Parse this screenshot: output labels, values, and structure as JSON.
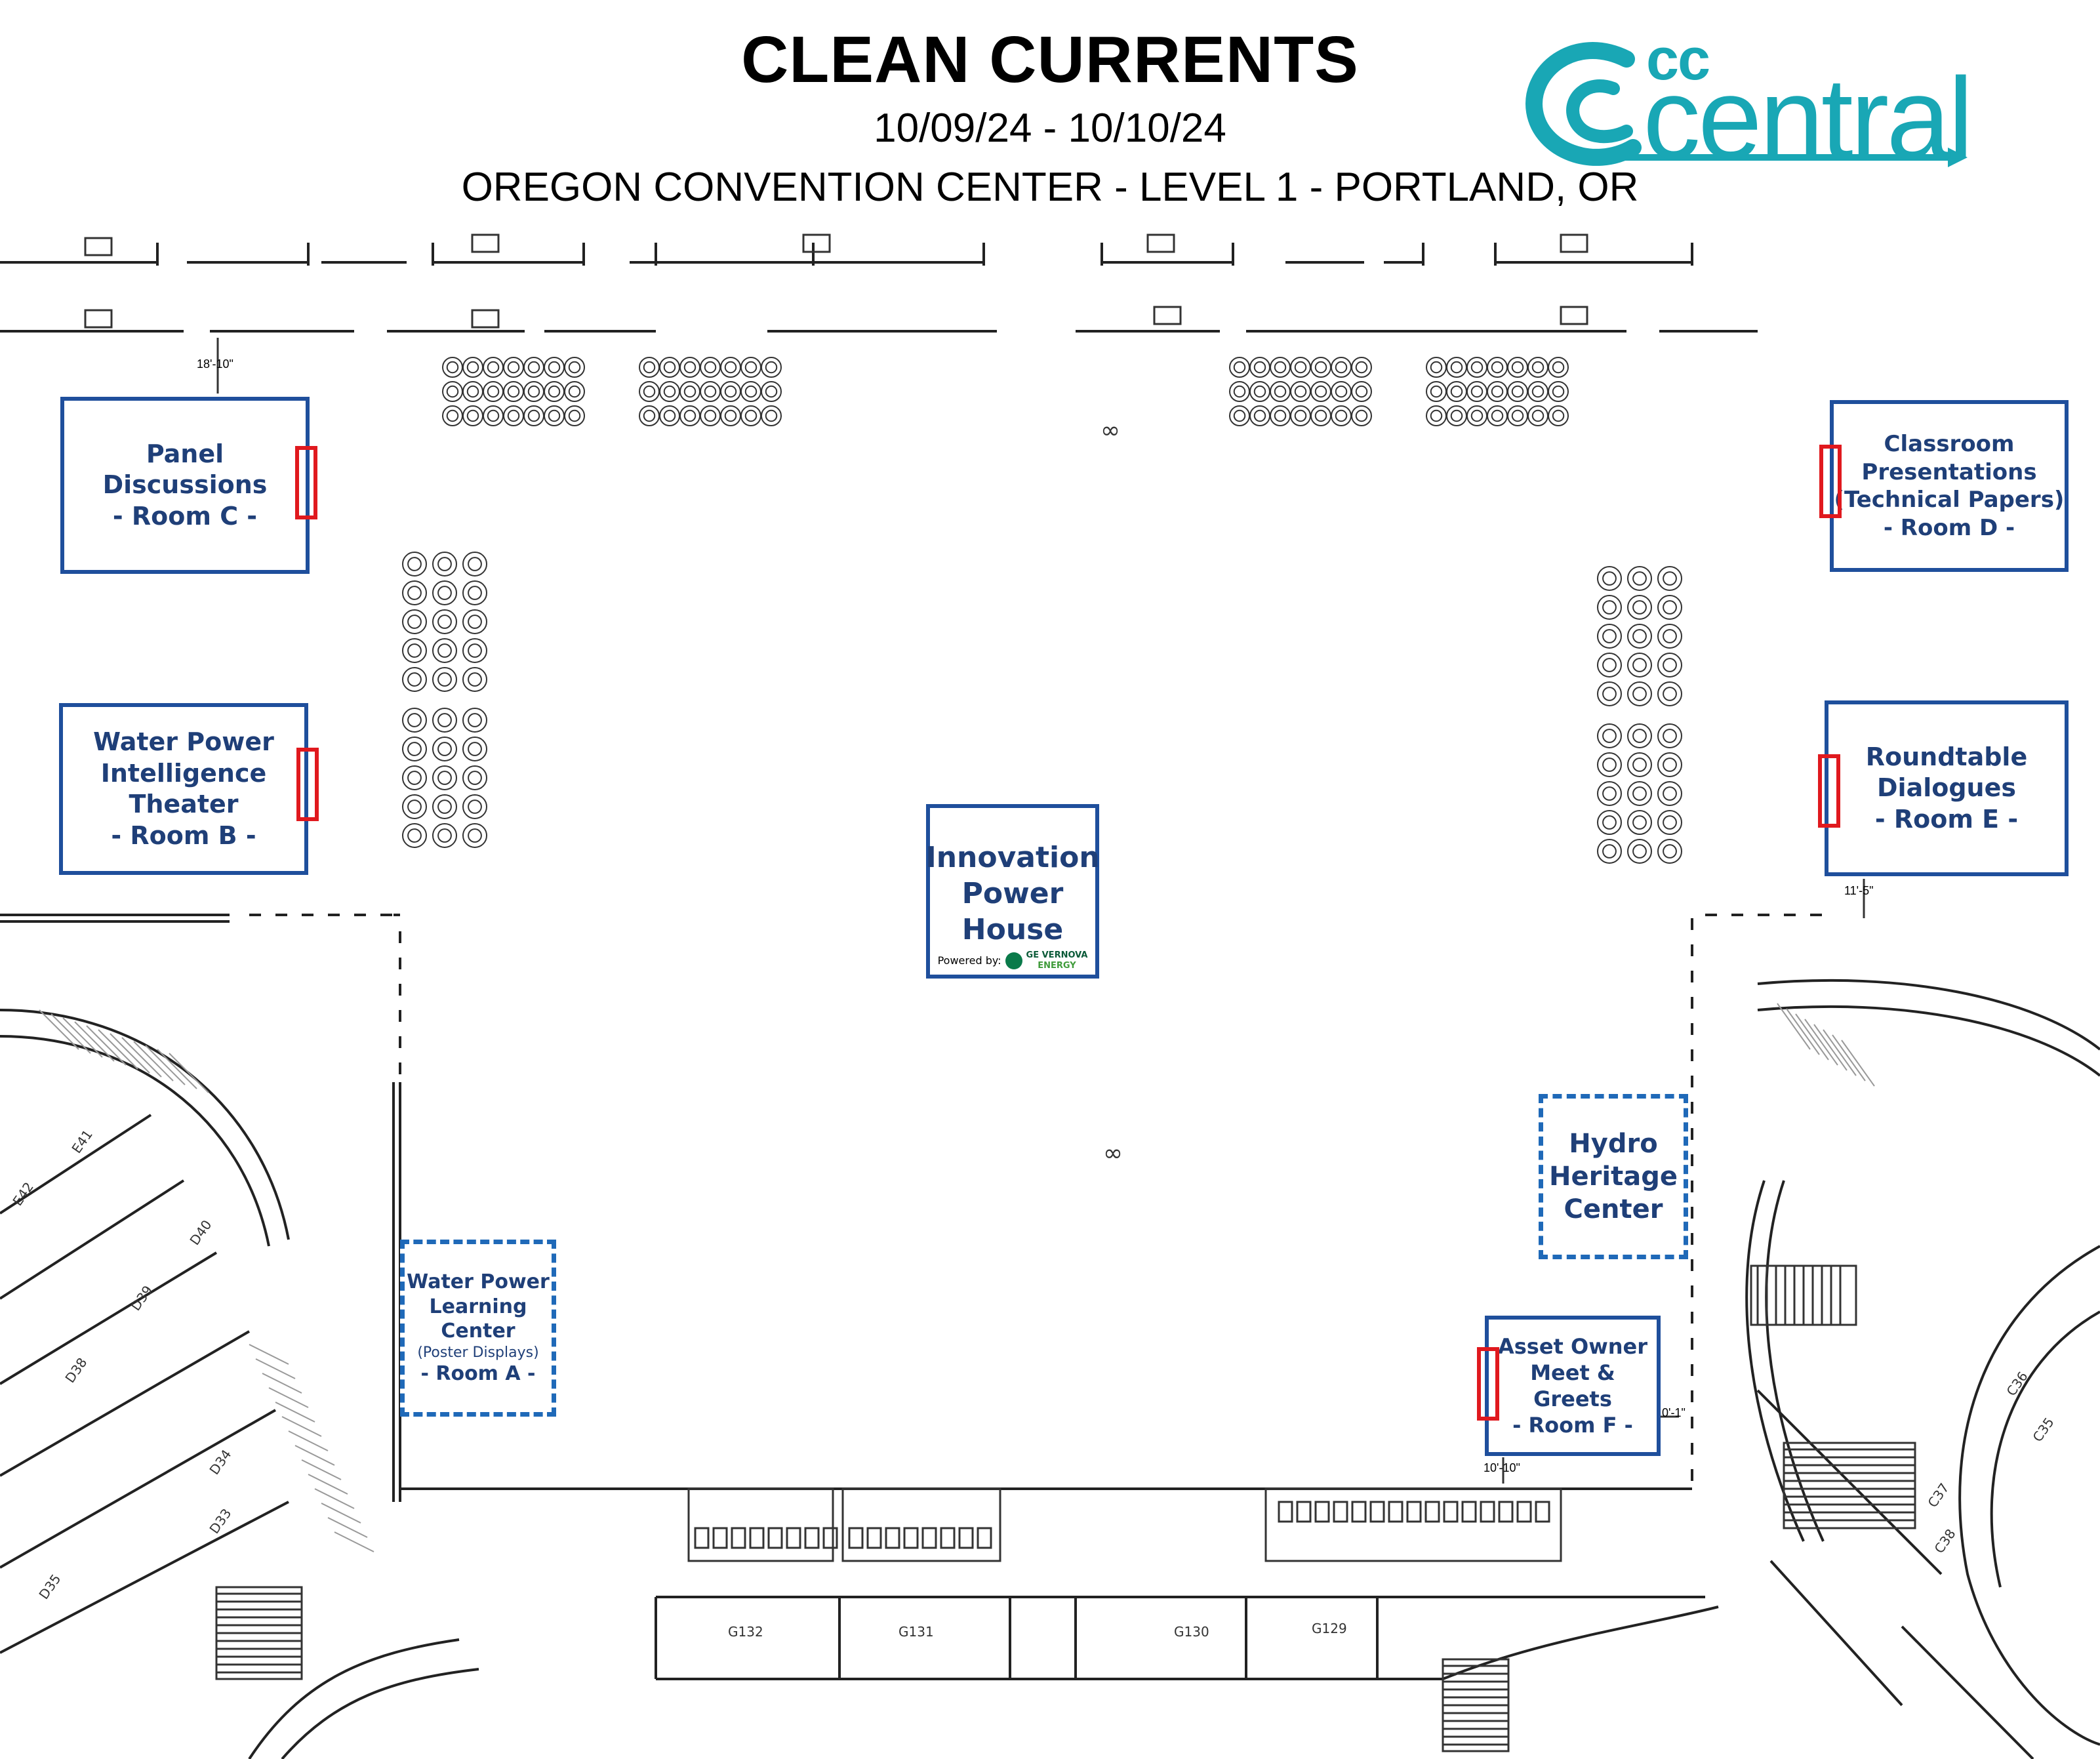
{
  "header": {
    "title": "CLEAN CURRENTS",
    "dates": "10/09/24  - 10/10/24",
    "venue": "OREGON CONVENTION CENTER - LEVEL 1 - PORTLAND, OR"
  },
  "logo": {
    "small": "cc",
    "large": "central"
  },
  "rooms": {
    "room_c": {
      "line1": "Panel Discussions",
      "line2": "- Room C -"
    },
    "room_b": {
      "line1": "Water Power",
      "line2": "Intelligence",
      "line3": "Theater",
      "line4": "- Room B -"
    },
    "room_d": {
      "line1": "Classroom",
      "line2": "Presentations",
      "line3": "(Technical Papers)",
      "line4": "- Room D -"
    },
    "room_e": {
      "line1": "Roundtable",
      "line2": "Dialogues",
      "line3": "- Room E -"
    },
    "innovation": {
      "line1": "Innovation",
      "line2": "Power",
      "line3": "House",
      "powered": "Powered by:",
      "sponsor": "GE VERNOVA",
      "sponsor2": "ENERGY"
    },
    "room_a": {
      "line1": "Water Power",
      "line2": "Learning",
      "line3": "Center",
      "line4": "(Poster Displays)",
      "line5": "- Room A -"
    },
    "hydro": {
      "line1": "Hydro",
      "line2": "Heritage",
      "line3": "Center"
    },
    "room_f": {
      "line1": "Asset Owner",
      "line2": "Meet &",
      "line3": "Greets",
      "line4": "- Room F -"
    }
  },
  "dimensions": {
    "d1": "18'-10\"",
    "d2": "11'-5\"",
    "d3": "10'-10\"",
    "d4": "0'-1\""
  },
  "rooms_numbers": [
    "E41",
    "E42",
    "D40",
    "D39",
    "D38",
    "D34",
    "D33",
    "D35",
    "G132",
    "G131",
    "G130",
    "G129",
    "C36",
    "C35",
    "C37",
    "C38"
  ],
  "colors": {
    "room_border": "#1f4f9c",
    "room_text": "#1f3f78",
    "door": "#e0191e",
    "logo": "#19a7b5",
    "plan": "#222222"
  }
}
